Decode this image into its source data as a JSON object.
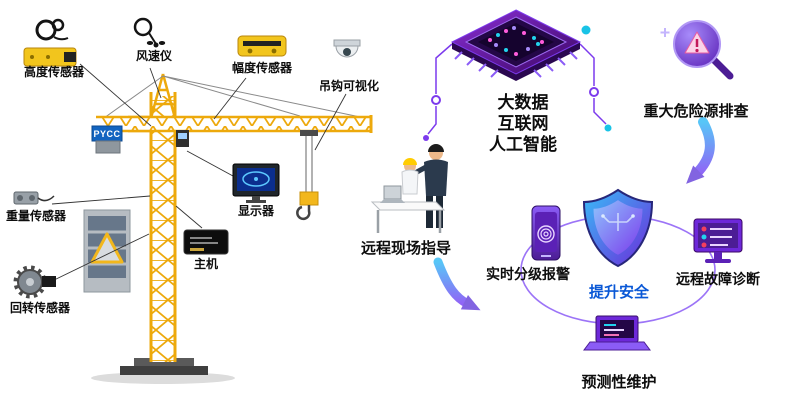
{
  "crane": {
    "brand": "PYCC",
    "sensors": [
      {
        "id": "height",
        "label": "高度传感器"
      },
      {
        "id": "wind",
        "label": "风速仪"
      },
      {
        "id": "amplitude",
        "label": "幅度传感器"
      },
      {
        "id": "hook_cam",
        "label": "吊钩可视化"
      },
      {
        "id": "weight",
        "label": "重量传感器"
      },
      {
        "id": "display",
        "label": "显示器"
      },
      {
        "id": "host",
        "label": "主机"
      },
      {
        "id": "rotation",
        "label": "回转传感器"
      }
    ]
  },
  "cloud": {
    "tech_lines": [
      "大数据",
      "互联网",
      "人工智能"
    ],
    "hazard_label": "重大危险源排查",
    "guidance_label": "远程现场指导"
  },
  "outcomes": {
    "alarm": "实时分级报警",
    "safety": "提升安全",
    "diagnosis": "远程故障诊断",
    "maintenance": "预测性维护"
  },
  "colors": {
    "crane_yellow": "#F2B71C",
    "purple": "#7C3AED",
    "deep_purple": "#4C1D95",
    "cyan": "#19C3E6",
    "safety_blue": "#0A58D6"
  }
}
